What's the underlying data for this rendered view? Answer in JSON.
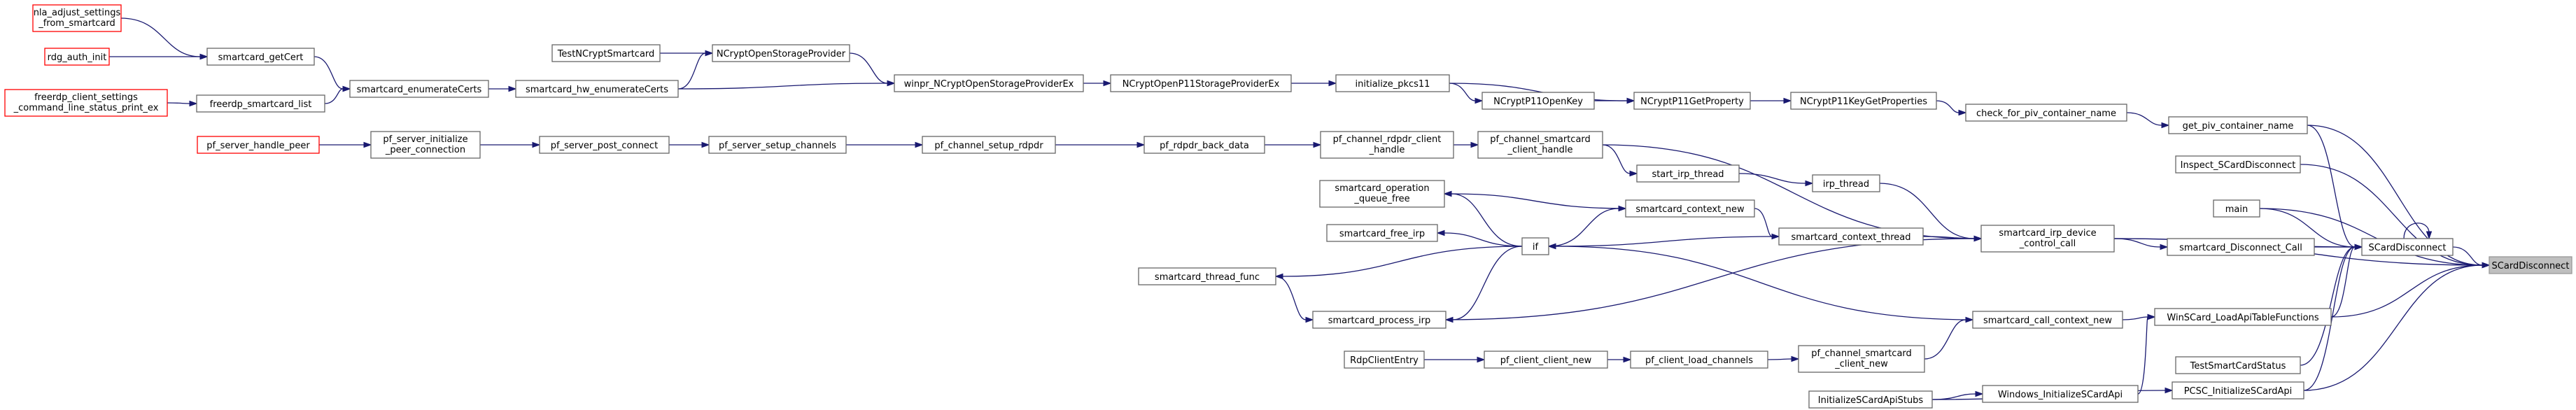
{
  "nodes": {
    "nla": [
      "nla_adjust_settings",
      "_from_smartcard"
    ],
    "rdg": [
      "rdg_auth_init"
    ],
    "freerdp_cl": [
      "freerdp_client_settings",
      "_command_line_status_print_ex"
    ],
    "sc_getcert": [
      "smartcard_getCert"
    ],
    "fr_sc_list": [
      "freerdp_smartcard_list"
    ],
    "sc_enum": [
      "smartcard_enumerateCerts"
    ],
    "test_ncrypt": [
      "TestNCryptSmartcard"
    ],
    "ncrypt_prov": [
      "NCryptOpenStorageProvider"
    ],
    "sc_hw_enum": [
      "smartcard_hw_enumerateCerts"
    ],
    "winpr_ncrypt": [
      "winpr_NCryptOpenStorageProviderEx"
    ],
    "p11_open_ex": [
      "NCryptOpenP11StorageProviderEx"
    ],
    "init_pkcs": [
      "initialize_pkcs11"
    ],
    "p11_openkey": [
      "NCryptP11OpenKey"
    ],
    "p11_getprop": [
      "NCryptP11GetProperty"
    ],
    "p11_keygetprop": [
      "NCryptP11KeyGetProperties"
    ],
    "chk_piv": [
      "check_for_piv_container_name"
    ],
    "get_piv": [
      "get_piv_container_name"
    ],
    "pf_handle_peer": [
      "pf_server_handle_peer"
    ],
    "pf_init_peer": [
      "pf_server_initialize",
      "_peer_connection"
    ],
    "pf_post": [
      "pf_server_post_connect"
    ],
    "pf_setup_ch": [
      "pf_server_setup_channels"
    ],
    "pf_ch_rdpdr": [
      "pf_channel_setup_rdpdr"
    ],
    "pf_rdpdr_data": [
      "pf_rdpdr_back_data"
    ],
    "pf_ch_rdpdr_cl": [
      "pf_channel_rdpdr_client",
      "_handle"
    ],
    "pf_ch_sc_cl": [
      "pf_channel_smartcard",
      "_client_handle"
    ],
    "start_irp": [
      "start_irp_thread"
    ],
    "irp_thread": [
      "irp_thread"
    ],
    "sc_op_free": [
      "smartcard_operation",
      "_queue_free"
    ],
    "sc_ctx_new": [
      "smartcard_context_new"
    ],
    "sc_free_irp": [
      "smartcard_free_irp"
    ],
    "if": [
      "if"
    ],
    "sc_ctx_thread": [
      "smartcard_context_thread"
    ],
    "sc_irp_dev": [
      "smartcard_irp_device",
      "_control_call"
    ],
    "sc_thread_func": [
      "smartcard_thread_func"
    ],
    "sc_proc_irp": [
      "smartcard_process_irp"
    ],
    "sc_call_ctx": [
      "smartcard_call_context_new"
    ],
    "rdp_client": [
      "RdpClientEntry"
    ],
    "pf_client_new": [
      "pf_client_client_new"
    ],
    "pf_client_load": [
      "pf_client_load_channels"
    ],
    "pf_ch_sc_new": [
      "pf_channel_smartcard",
      "_client_new"
    ],
    "win_init_sc": [
      "Windows_InitializeSCardApi"
    ],
    "init_stubs": [
      "InitializeSCardApiStubs"
    ],
    "insp_disc": [
      "Inspect_SCardDisconnect"
    ],
    "main": [
      "main"
    ],
    "sc_disc_call": [
      "smartcard_Disconnect_Call"
    ],
    "winscard_load": [
      "WinSCard_LoadApiTableFunctions"
    ],
    "test_sc_status": [
      "TestSmartCardStatus"
    ],
    "pcsc_init": [
      "PCSC_InitializeSCardApi"
    ],
    "sc_disconnect_mid": [
      "SCardDisconnect"
    ],
    "sc_disconnect": [
      "SCardDisconnect"
    ]
  },
  "edges": [
    [
      "nla",
      "sc_getcert"
    ],
    [
      "rdg",
      "sc_getcert"
    ],
    [
      "sc_getcert",
      "sc_enum"
    ],
    [
      "fr_sc_list",
      "sc_enum"
    ],
    [
      "freerdp_cl",
      "fr_sc_list"
    ],
    [
      "sc_enum",
      "sc_hw_enum"
    ],
    [
      "sc_hw_enum",
      "ncrypt_prov"
    ],
    [
      "test_ncrypt",
      "ncrypt_prov"
    ],
    [
      "ncrypt_prov",
      "winpr_ncrypt"
    ],
    [
      "sc_hw_enum",
      "winpr_ncrypt"
    ],
    [
      "winpr_ncrypt",
      "p11_open_ex"
    ],
    [
      "p11_open_ex",
      "init_pkcs"
    ],
    [
      "init_pkcs",
      "p11_getprop"
    ],
    [
      "init_pkcs",
      "p11_openkey"
    ],
    [
      "p11_openkey",
      "p11_getprop"
    ],
    [
      "p11_getprop",
      "p11_keygetprop"
    ],
    [
      "p11_keygetprop",
      "chk_piv"
    ],
    [
      "chk_piv",
      "get_piv"
    ],
    [
      "pf_handle_peer",
      "pf_init_peer"
    ],
    [
      "pf_init_peer",
      "pf_post"
    ],
    [
      "pf_post",
      "pf_setup_ch"
    ],
    [
      "pf_setup_ch",
      "pf_ch_rdpdr"
    ],
    [
      "pf_ch_rdpdr",
      "pf_rdpdr_data"
    ],
    [
      "pf_rdpdr_data",
      "pf_ch_rdpdr_cl"
    ],
    [
      "pf_ch_rdpdr_cl",
      "pf_ch_sc_cl"
    ],
    [
      "pf_ch_sc_cl",
      "start_irp"
    ],
    [
      "start_irp",
      "irp_thread"
    ],
    [
      "pf_ch_sc_cl",
      "sc_irp_dev"
    ],
    [
      "irp_thread",
      "sc_irp_dev"
    ],
    [
      "if",
      "sc_op_free"
    ],
    [
      "if",
      "sc_free_irp"
    ],
    [
      "if",
      "sc_ctx_new"
    ],
    [
      "if",
      "sc_thread_func"
    ],
    [
      "if",
      "sc_proc_irp"
    ],
    [
      "sc_ctx_new",
      "sc_ctx_thread"
    ],
    [
      "sc_ctx_thread",
      "if"
    ],
    [
      "sc_ctx_thread",
      "sc_irp_dev"
    ],
    [
      "sc_ctx_new",
      "sc_op_free"
    ],
    [
      "sc_thread_func",
      "sc_proc_irp"
    ],
    [
      "sc_proc_irp",
      "sc_irp_dev"
    ],
    [
      "sc_call_ctx",
      "if"
    ],
    [
      "sc_call_ctx",
      "winscard_load"
    ],
    [
      "rdp_client",
      "pf_client_new"
    ],
    [
      "pf_client_new",
      "pf_client_load"
    ],
    [
      "pf_client_load",
      "pf_ch_sc_new"
    ],
    [
      "pf_ch_sc_new",
      "sc_call_ctx"
    ],
    [
      "init_stubs",
      "win_init_sc"
    ],
    [
      "win_init_sc",
      "winscard_load"
    ],
    [
      "init_stubs",
      "pcsc_init"
    ],
    [
      "sc_irp_dev",
      "sc_disc_call"
    ],
    [
      "get_piv",
      "sc_disconnect"
    ],
    [
      "get_piv",
      "sc_disconnect_mid"
    ],
    [
      "sc_irp_dev",
      "sc_disconnect_mid"
    ],
    [
      "insp_disc",
      "sc_disconnect"
    ],
    [
      "main",
      "sc_disconnect"
    ],
    [
      "main",
      "sc_disconnect_mid"
    ],
    [
      "sc_disc_call",
      "sc_disconnect_mid"
    ],
    [
      "sc_disconnect_mid",
      "sc_disconnect"
    ],
    [
      "sc_disconnect_mid",
      "sc_disconnect_mid"
    ],
    [
      "winscard_load",
      "sc_disconnect"
    ],
    [
      "winscard_load",
      "sc_disconnect_mid"
    ],
    [
      "test_sc_status",
      "sc_disconnect_mid"
    ],
    [
      "pcsc_init",
      "sc_disconnect"
    ],
    [
      "pcsc_init",
      "sc_disconnect_mid"
    ],
    [
      "sc_irp_dev",
      "sc_disconnect"
    ]
  ],
  "colors": {
    "edge": "#191970",
    "border": "#666666",
    "external_border": "#ff0000",
    "focus_fill": "#bfbfbf"
  }
}
